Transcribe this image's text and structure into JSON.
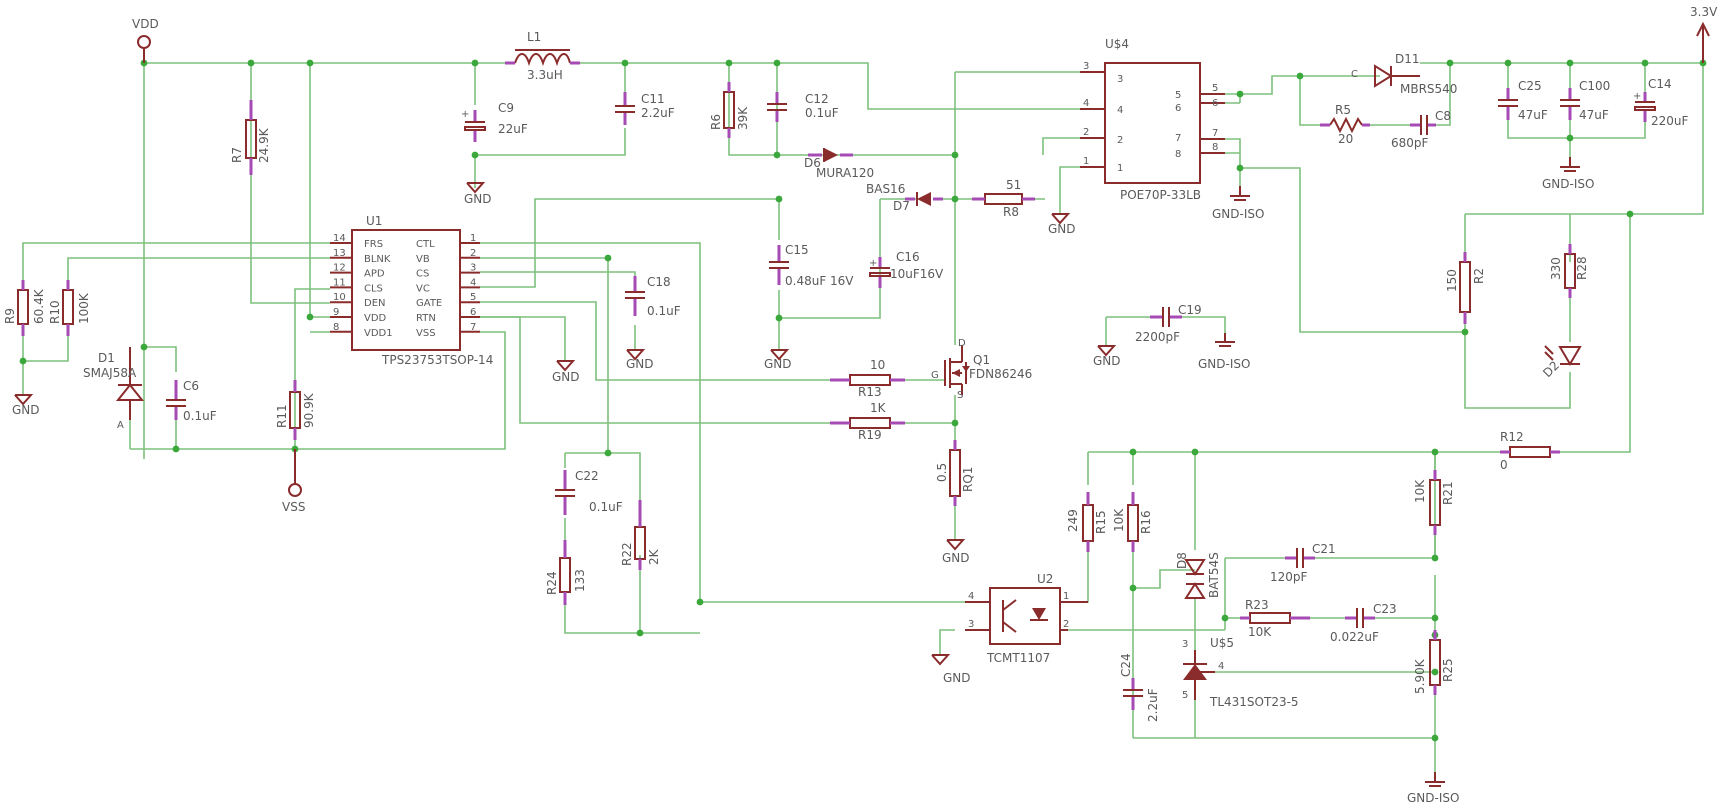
{
  "nets": {
    "vdd": "VDD",
    "vss": "VSS",
    "v33": "3.3V"
  },
  "grounds": {
    "gnd": "GND",
    "gnd_iso": "GND-ISO"
  },
  "ic": {
    "u1_ref": "U1",
    "u1_part": "TPS23753TSOP-14",
    "u1_pins_left": [
      {
        "num": "14",
        "name": "FRS"
      },
      {
        "num": "13",
        "name": "BLNK"
      },
      {
        "num": "12",
        "name": "APD"
      },
      {
        "num": "11",
        "name": "CLS"
      },
      {
        "num": "10",
        "name": "DEN"
      },
      {
        "num": "9",
        "name": "VDD"
      },
      {
        "num": "8",
        "name": "VDD1"
      }
    ],
    "u1_pins_right": [
      {
        "num": "1",
        "name": "CTL"
      },
      {
        "num": "2",
        "name": "VB"
      },
      {
        "num": "3",
        "name": "CS"
      },
      {
        "num": "4",
        "name": "VC"
      },
      {
        "num": "5",
        "name": "GATE"
      },
      {
        "num": "6",
        "name": "RTN"
      },
      {
        "num": "7",
        "name": "VSS"
      }
    ],
    "u4_ref": "U$4",
    "u4_part": "POE70P-33LB",
    "u4_pins": [
      "3",
      "4",
      "2",
      "1",
      "5",
      "6",
      "7",
      "8"
    ],
    "u2_ref": "U2",
    "u2_part": "TCMT1107",
    "u2_pins": [
      "4",
      "3",
      "1",
      "2"
    ],
    "u5_ref": "U$5",
    "u5_part": "TL431SOT23-5",
    "u5_pins": [
      "3",
      "4",
      "5"
    ]
  },
  "parts": {
    "L1": {
      "ref": "L1",
      "val": "3.3uH"
    },
    "C9": {
      "ref": "C9",
      "val": "22uF"
    },
    "C11": {
      "ref": "C11",
      "val": "2.2uF"
    },
    "R6": {
      "ref": "R6",
      "val": "39K"
    },
    "C12": {
      "ref": "C12",
      "val": "0.1uF"
    },
    "D6": {
      "ref": "D6",
      "val": "MURA120"
    },
    "D7": {
      "ref": "D7",
      "val": "BAS16"
    },
    "R8": {
      "ref": "R8",
      "val": "51"
    },
    "R7": {
      "ref": "R7",
      "val": "24.9K"
    },
    "C15": {
      "ref": "C15",
      "val": "0.48uF 16V"
    },
    "C16": {
      "ref": "C16",
      "val": "10uF16V"
    },
    "C18": {
      "ref": "C18",
      "val": "0.1uF"
    },
    "R9": {
      "ref": "R9",
      "val": "60.4K"
    },
    "R10": {
      "ref": "R10",
      "val": "100K"
    },
    "D1": {
      "ref": "D1",
      "val": "SMAJ58A",
      "pin": "A"
    },
    "C6": {
      "ref": "C6",
      "val": "0.1uF"
    },
    "R11": {
      "ref": "R11",
      "val": "90.9K"
    },
    "Q1": {
      "ref": "Q1",
      "val": "FDN86246",
      "d": "D",
      "g": "G",
      "s": "S"
    },
    "R13": {
      "ref": "R13",
      "val": "10"
    },
    "R19": {
      "ref": "R19",
      "val": "1K"
    },
    "RQ1": {
      "ref": "RQ1",
      "val": "0.5"
    },
    "C22": {
      "ref": "C22",
      "val": "0.1uF"
    },
    "R22": {
      "ref": "R22",
      "val": "2K"
    },
    "R24": {
      "ref": "R24",
      "val": "133"
    },
    "D11": {
      "ref": "D11",
      "val": "MBRS540",
      "pin": "C"
    },
    "R5": {
      "ref": "R5",
      "val": "20"
    },
    "C8": {
      "ref": "C8",
      "val": "680pF"
    },
    "C25": {
      "ref": "C25",
      "val": "47uF"
    },
    "C100": {
      "ref": "C100",
      "val": "47uF"
    },
    "C14": {
      "ref": "C14",
      "val": "220uF"
    },
    "R2": {
      "ref": "R2",
      "val": "150"
    },
    "R28": {
      "ref": "R28",
      "val": "330"
    },
    "D2": {
      "ref": "D2"
    },
    "C19": {
      "ref": "C19",
      "val": "2200pF"
    },
    "R12": {
      "ref": "R12",
      "val": "0"
    },
    "R15": {
      "ref": "R15",
      "val": "249"
    },
    "R16": {
      "ref": "R16",
      "val": "10K"
    },
    "D8": {
      "ref": "D8",
      "val": "BAT54S"
    },
    "R21": {
      "ref": "R21",
      "val": "10K"
    },
    "C21": {
      "ref": "C21",
      "val": "120pF"
    },
    "R23": {
      "ref": "R23",
      "val": "10K"
    },
    "C23": {
      "ref": "C23",
      "val": "0.022uF"
    },
    "C24": {
      "ref": "C24",
      "val": "2.2uF"
    },
    "R25": {
      "ref": "R25",
      "val": "5.90K"
    }
  }
}
